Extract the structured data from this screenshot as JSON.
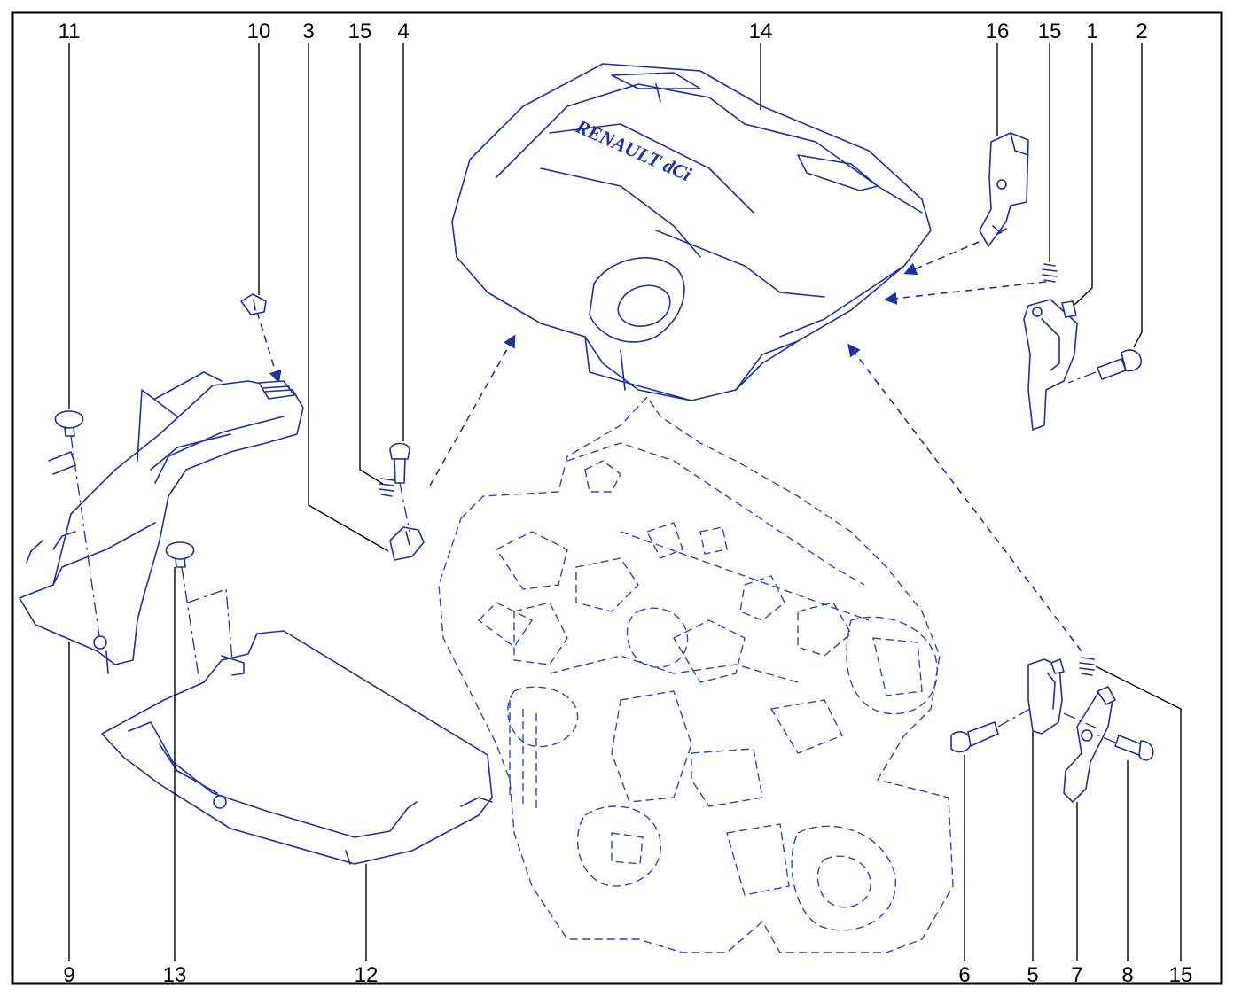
{
  "diagram": {
    "colors": {
      "line": "#1c2fa8",
      "frame": "#000000",
      "background": "#ffffff"
    },
    "cover_logo": "RENAULT dCi",
    "callouts_top": [
      "11",
      "10",
      "3",
      "15",
      "4",
      "14",
      "16",
      "15",
      "1",
      "2"
    ],
    "callouts_bottom": [
      "9",
      "13",
      "12",
      "6",
      "5",
      "7",
      "8",
      "15"
    ]
  }
}
